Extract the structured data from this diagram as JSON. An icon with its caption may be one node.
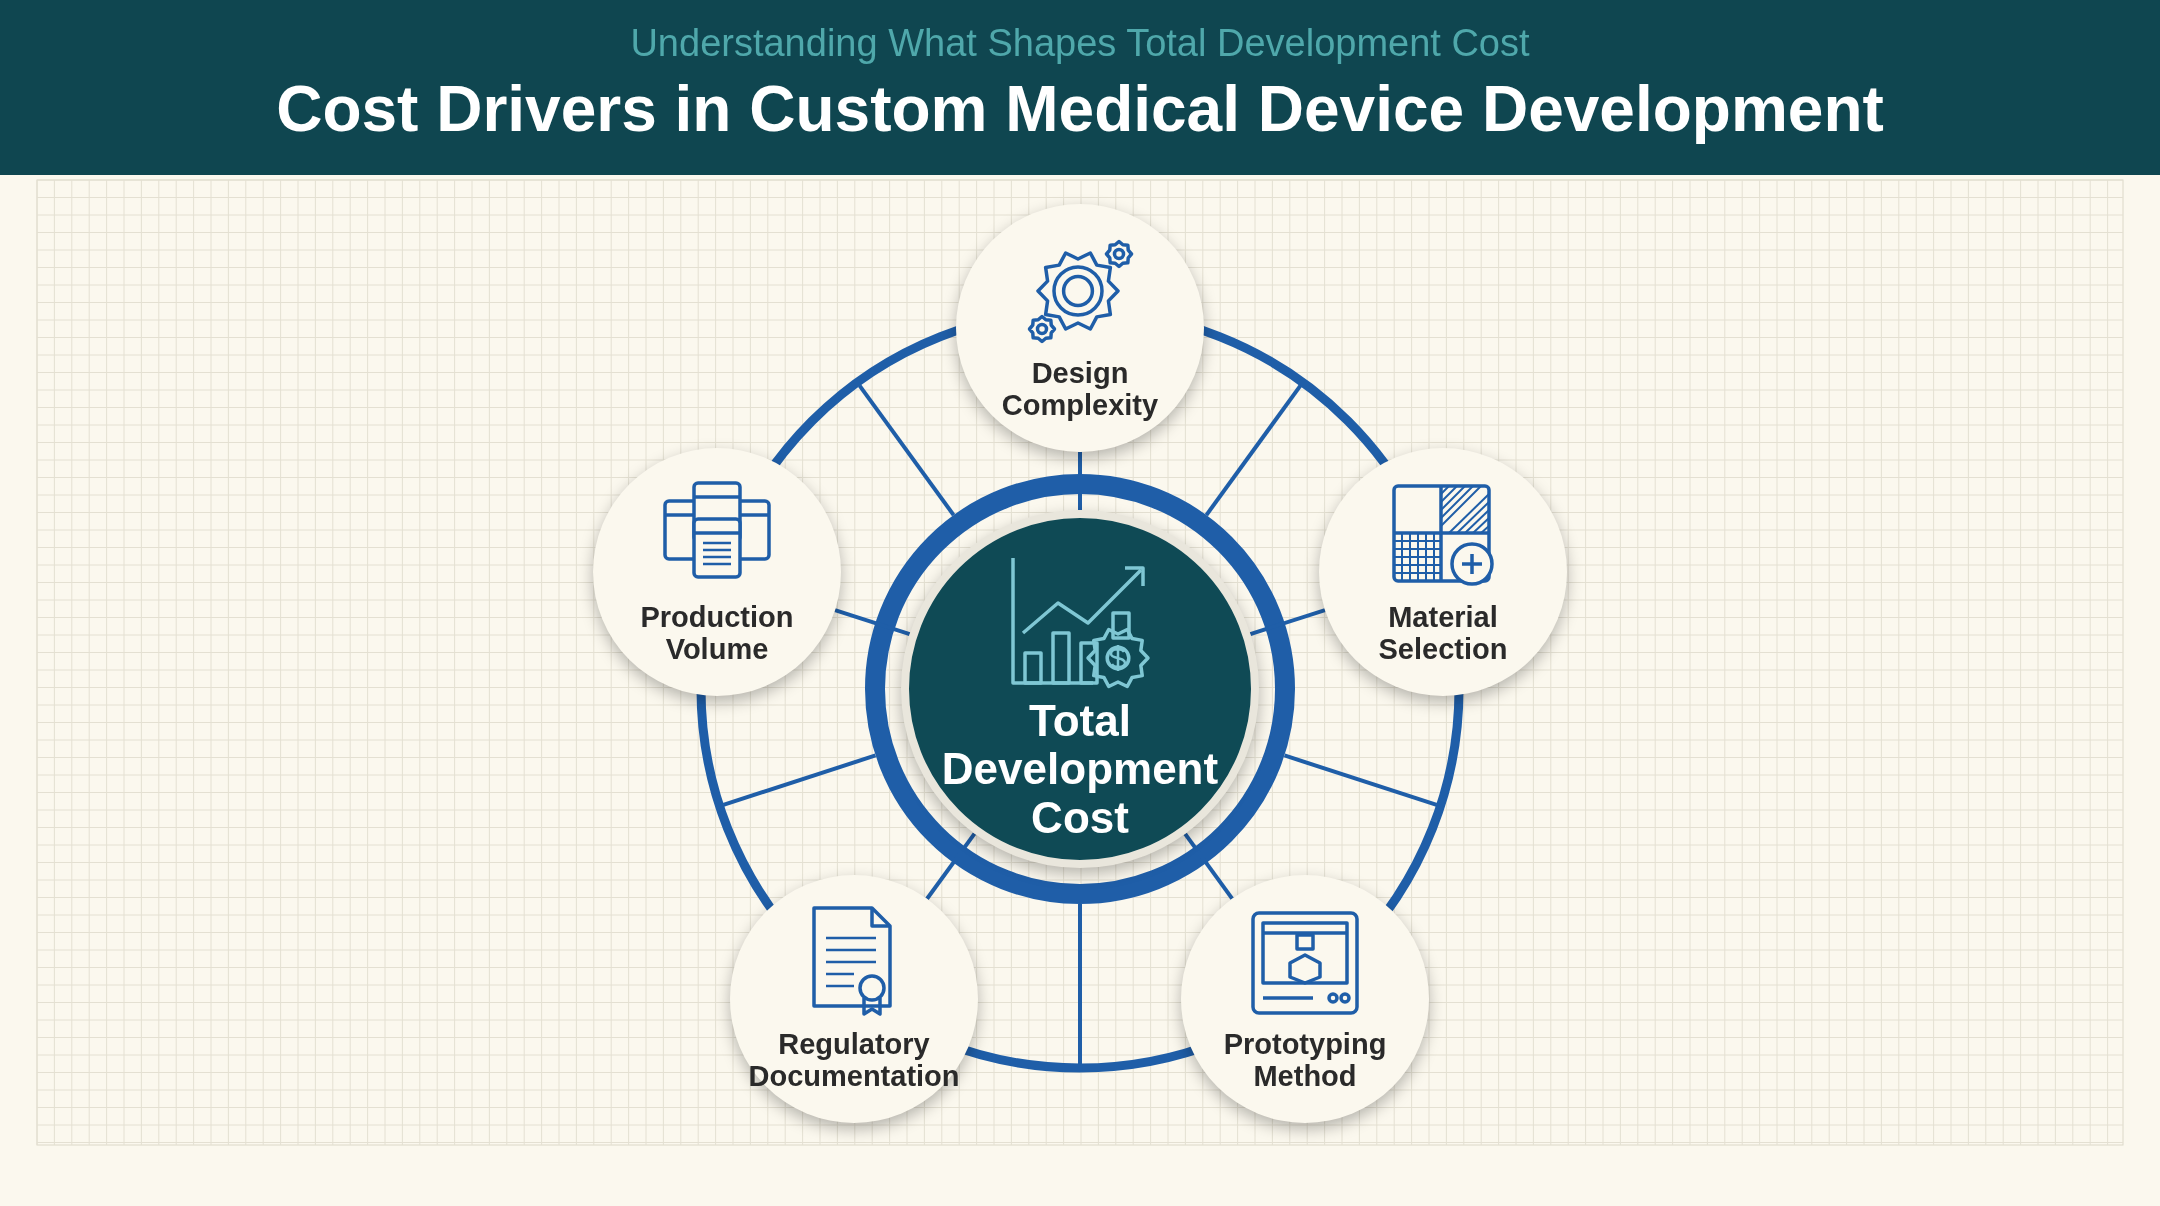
{
  "diagram": {
    "title": "Cost Drivers in Custom Medical Device Development",
    "nodes": [
      {
        "text": [
          "Total Development Cost"
        ]
      },
      {
        "text": [
          "Design Complexity"
        ]
      },
      {
        "text": [
          "Material Selection"
        ]
      },
      {
        "text": [
          "Prototyping Method"
        ]
      },
      {
        "text": [
          "Regulatory Documentation"
        ]
      },
      {
        "text": [
          "Production Volume"
        ]
      }
    ],
    "edges": [
      {
        "from": 0,
        "to": 1,
        "arrow": "none"
      },
      {
        "from": 0,
        "to": 2,
        "arrow": "none"
      },
      {
        "from": 0,
        "to": 3,
        "arrow": "none"
      },
      {
        "from": 0,
        "to": 4,
        "arrow": "none"
      },
      {
        "from": 0,
        "to": 5,
        "arrow": "none"
      }
    ],
    "labels": [
      "Understanding What Shapes Total Development Cost"
    ]
  }
}
